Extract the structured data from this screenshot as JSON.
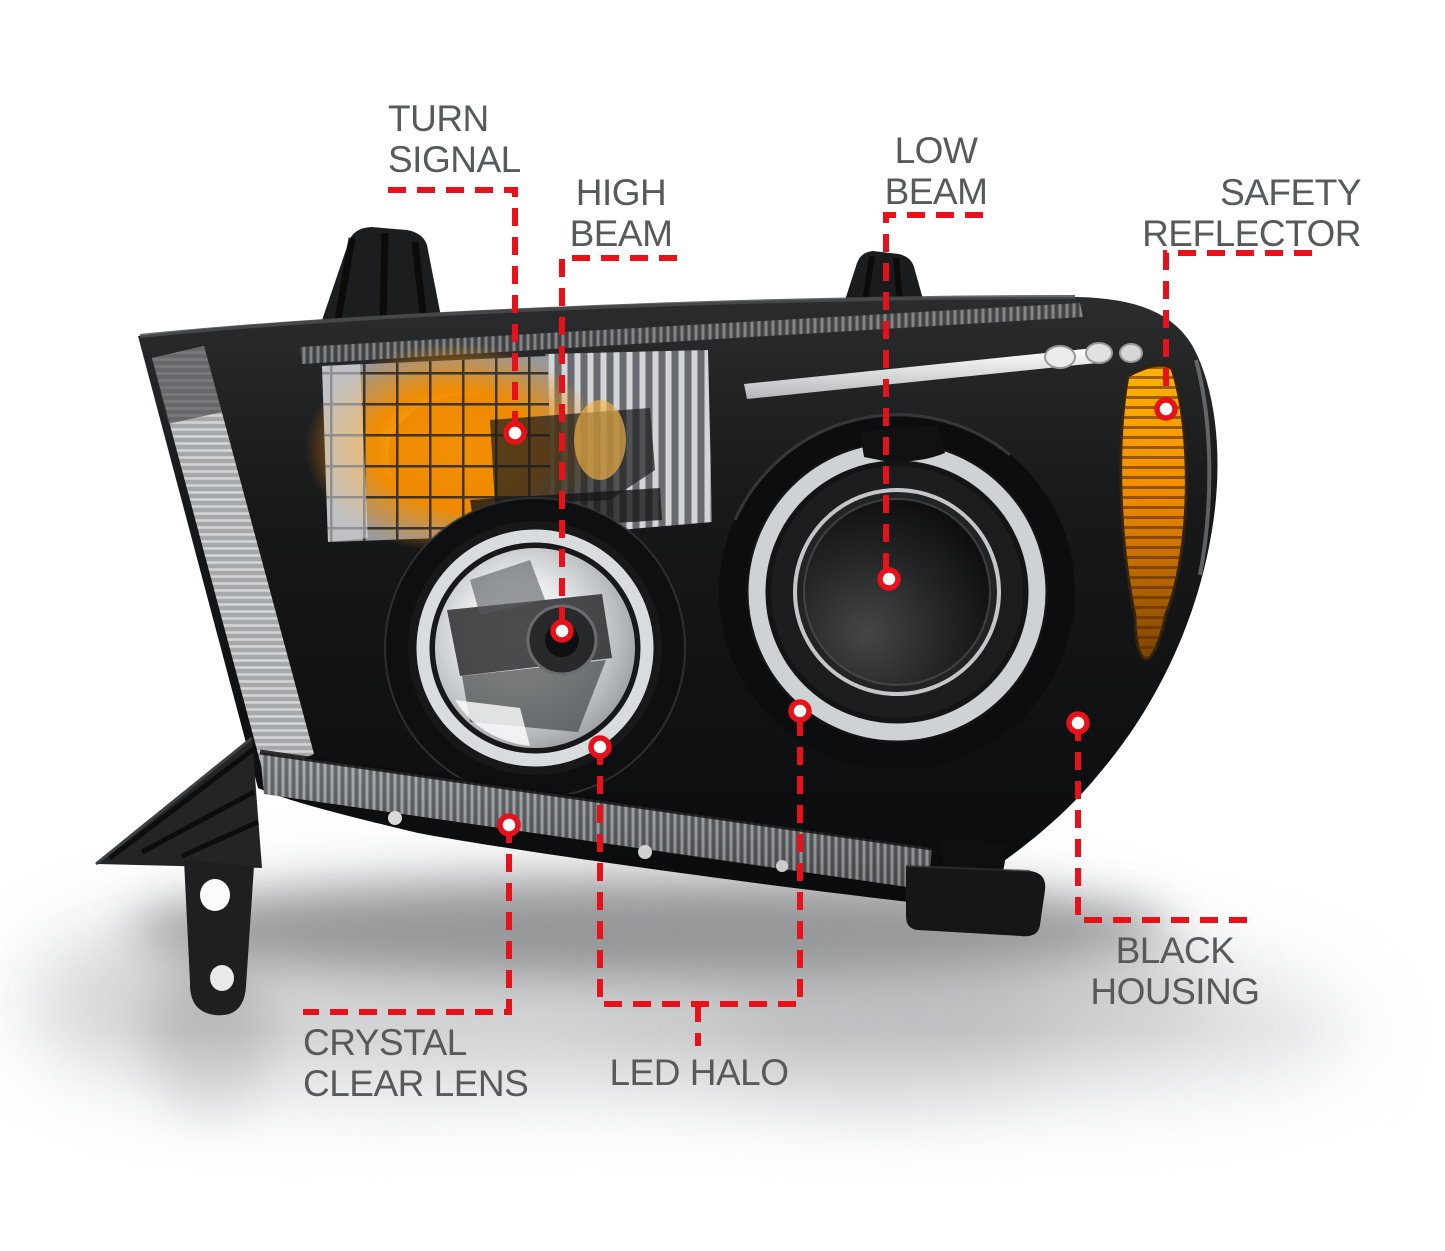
{
  "colors": {
    "accent_red": "#e8111a",
    "label_text": "#58595b",
    "amber_reflector": "#f08c00",
    "halo_ring": "#d6d9db",
    "housing_black": "#121316",
    "background": "#ffffff"
  },
  "annotations": {
    "turn_signal": {
      "label": "TURN\nSIGNAL"
    },
    "high_beam": {
      "label": "HIGH\nBEAM"
    },
    "low_beam": {
      "label": "LOW\nBEAM"
    },
    "safety_reflector": {
      "label": "SAFETY\nREFLECTOR"
    },
    "crystal_clear_lens": {
      "label": "CRYSTAL\nCLEAR LENS"
    },
    "led_halo": {
      "label": "LED HALO"
    },
    "black_housing": {
      "label": "BLACK\nHOUSING"
    }
  }
}
